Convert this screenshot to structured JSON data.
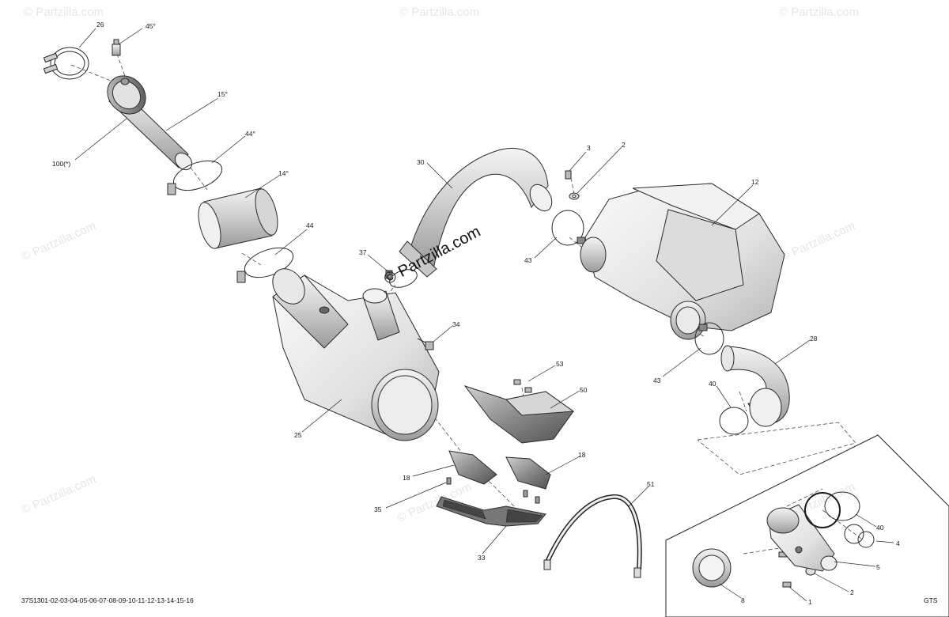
{
  "diagram": {
    "center_watermark": "© Partzilla.com",
    "watermark_text": "© Partzilla.com",
    "reference_code": "37S1301-02-03-04-05-06-07-08-09-10-11-12-13-14-15-16",
    "kit_label": "GTS",
    "callouts": {
      "c26": "26",
      "c45": "45°",
      "c15": "15°",
      "c100": "100(*)",
      "c44a": "44°",
      "c14": "14°",
      "c44b": "44",
      "c30": "30",
      "c3": "3",
      "c2": "2",
      "c12": "12",
      "c37": "37",
      "c43a": "43",
      "c34": "34",
      "c25": "25",
      "c28": "28",
      "c43b": "43",
      "c40a": "40",
      "c53": "53",
      "c50": "50",
      "c18a": "18",
      "c18b": "18",
      "c35": "35",
      "c51": "51",
      "c33": "33",
      "c40b": "40",
      "c4": "4",
      "c5": "5",
      "c8": "8",
      "c1": "1",
      "c2b": "2"
    }
  }
}
